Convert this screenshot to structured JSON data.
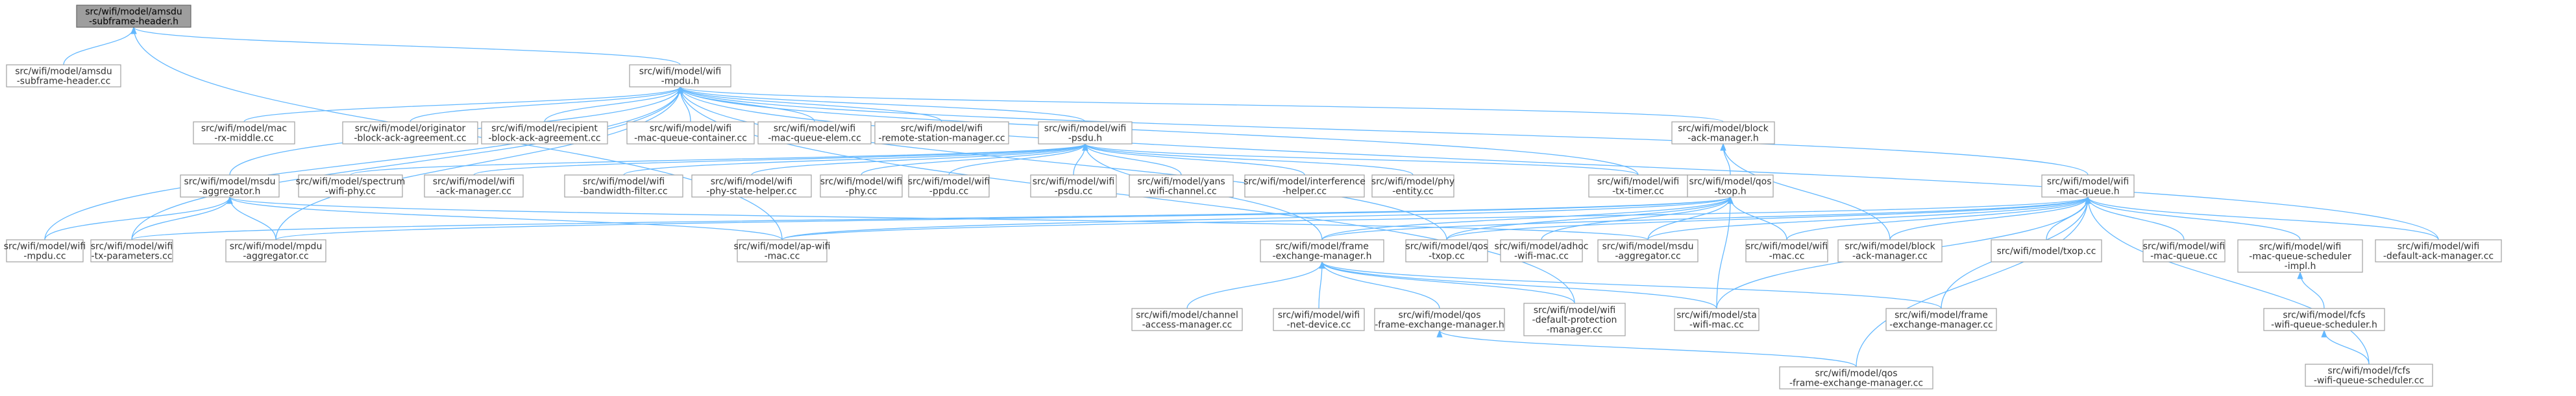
{
  "colors": {
    "edge": "#63b8ff",
    "node_border": "#a0a0a0",
    "root_fill": "#9e9e9e"
  },
  "nodes": {
    "amsdu_h": [
      "src/wifi/model/amsdu",
      "-subframe-header.h"
    ],
    "amsdu_cc": [
      "src/wifi/model/amsdu",
      "-subframe-header.cc"
    ],
    "wifi_mpdu_h": [
      "src/wifi/model/wifi",
      "-mpdu.h"
    ],
    "mac_rx_middle": [
      "src/wifi/model/mac",
      "-rx-middle.cc"
    ],
    "originator": [
      "src/wifi/model/originator",
      "-block-ack-agreement.cc"
    ],
    "recipient": [
      "src/wifi/model/recipient",
      "-block-ack-agreement.cc"
    ],
    "mac_queue_container": [
      "src/wifi/model/wifi",
      "-mac-queue-container.cc"
    ],
    "mac_queue_elem": [
      "src/wifi/model/wifi",
      "-mac-queue-elem.cc"
    ],
    "remote_station": [
      "src/wifi/model/wifi",
      "-remote-station-manager.cc"
    ],
    "psdu_h": [
      "src/wifi/model/wifi",
      "-psdu.h"
    ],
    "block_ack_mgr_h": [
      "src/wifi/model/block",
      "-ack-manager.h"
    ],
    "mac_queue_h": [
      "src/wifi/model/wifi",
      "-mac-queue.h"
    ],
    "msdu_agg_h": [
      "src/wifi/model/msdu",
      "-aggregator.h"
    ],
    "spectrum_phy": [
      "src/wifi/model/spectrum",
      "-wifi-phy.cc"
    ],
    "ack_manager": [
      "src/wifi/model/wifi",
      "-ack-manager.cc"
    ],
    "bandwidth": [
      "src/wifi/model/wifi",
      "-bandwidth-filter.cc"
    ],
    "phy_state": [
      "src/wifi/model/wifi",
      "-phy-state-helper.cc"
    ],
    "wifi_phy": [
      "src/wifi/model/wifi",
      "-phy.cc"
    ],
    "ppdu": [
      "src/wifi/model/wifi",
      "-ppdu.cc"
    ],
    "psdu_cc": [
      "src/wifi/model/wifi",
      "-psdu.cc"
    ],
    "yans": [
      "src/wifi/model/yans",
      "-wifi-channel.cc"
    ],
    "interference": [
      "src/wifi/model/interference",
      "-helper.cc"
    ],
    "phy_entity": [
      "src/wifi/model/phy",
      "-entity.cc"
    ],
    "tx_timer": [
      "src/wifi/model/wifi",
      "-tx-timer.cc"
    ],
    "qos_txop_h": [
      "src/wifi/model/qos",
      "-txop.h"
    ],
    "wifi_mpdu_cc": [
      "src/wifi/model/wifi",
      "-mpdu.cc"
    ],
    "tx_parameters": [
      "src/wifi/model/wifi",
      "-tx-parameters.cc"
    ],
    "mpdu_agg": [
      "src/wifi/model/mpdu",
      "-aggregator.cc"
    ],
    "ap_wifi_mac": [
      "src/wifi/model/ap-wifi",
      "-mac.cc"
    ],
    "frame_exch_mgr_h": [
      "src/wifi/model/frame",
      "-exchange-manager.h"
    ],
    "qos_txop_cc": [
      "src/wifi/model/qos",
      "-txop.cc"
    ],
    "adhoc": [
      "src/wifi/model/adhoc",
      "-wifi-mac.cc"
    ],
    "msdu_agg_cc": [
      "src/wifi/model/msdu",
      "-aggregator.cc"
    ],
    "wifi_mac": [
      "src/wifi/model/wifi",
      "-mac.cc"
    ],
    "block_ack_mgr_cc": [
      "src/wifi/model/block",
      "-ack-manager.cc"
    ],
    "txop": [
      "src/wifi/model/txop.cc"
    ],
    "mac_queue_cc": [
      "src/wifi/model/wifi",
      "-mac-queue.cc"
    ],
    "sched_impl": [
      "src/wifi/model/wifi",
      "-mac-queue-scheduler",
      "-impl.h"
    ],
    "default_ack": [
      "src/wifi/model/wifi",
      "-default-ack-manager.cc"
    ],
    "channel_access": [
      "src/wifi/model/channel",
      "-access-manager.cc"
    ],
    "net_device": [
      "src/wifi/model/wifi",
      "-net-device.cc"
    ],
    "qos_fem_h": [
      "src/wifi/model/qos",
      "-frame-exchange-manager.h"
    ],
    "default_prot": [
      "src/wifi/model/wifi",
      "-default-protection",
      "-manager.cc"
    ],
    "sta_wifi_mac": [
      "src/wifi/model/sta",
      "-wifi-mac.cc"
    ],
    "frame_exch_cc": [
      "src/wifi/model/frame",
      "-exchange-manager.cc"
    ],
    "fcfs_h": [
      "src/wifi/model/fcfs",
      "-wifi-queue-scheduler.h"
    ],
    "qos_fem_cc": [
      "src/wifi/model/qos",
      "-frame-exchange-manager.cc"
    ],
    "fcfs_cc": [
      "src/wifi/model/fcfs",
      "-wifi-queue-scheduler.cc"
    ]
  }
}
